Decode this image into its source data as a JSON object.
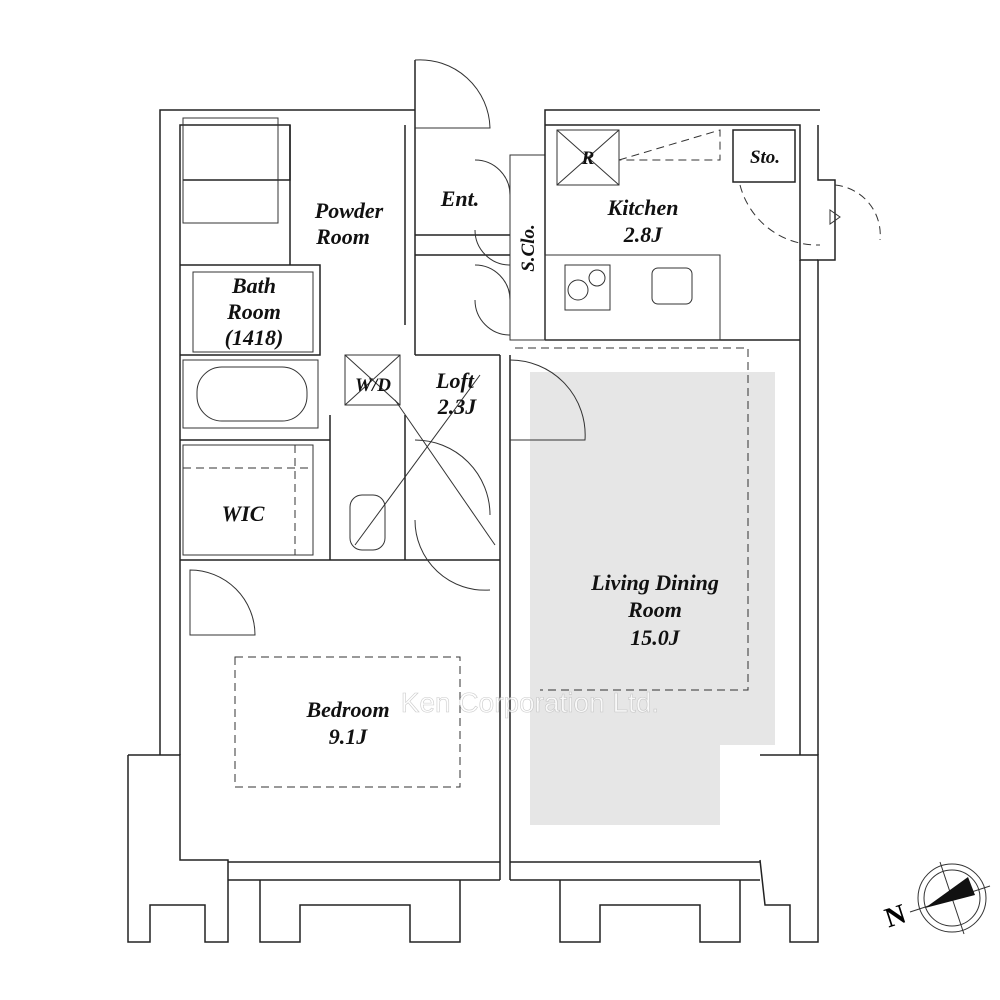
{
  "rooms": {
    "powder": {
      "line1": "Powder",
      "line2": "Room"
    },
    "entrance": "Ent.",
    "shoe_closet": "S.Clo.",
    "kitchen": {
      "name": "Kitchen",
      "size": "2.8J"
    },
    "refrigerator": "R",
    "storage": "Sto.",
    "bath": {
      "line1": "Bath",
      "line2": "Room",
      "line3": "(1418)"
    },
    "washer_dryer": "W/D",
    "loft": {
      "name": "Loft",
      "size": "2.3J"
    },
    "wic": "WIC",
    "living": {
      "line1": "Living Dining",
      "line2": "Room",
      "size": "15.0J"
    },
    "bedroom": {
      "name": "Bedroom",
      "size": "9.1J"
    }
  },
  "watermark": "Ken Corporation Ltd.",
  "compass": {
    "label": "N"
  },
  "colors": {
    "living_fill": "#e6e6e6",
    "wall": "#222222"
  }
}
